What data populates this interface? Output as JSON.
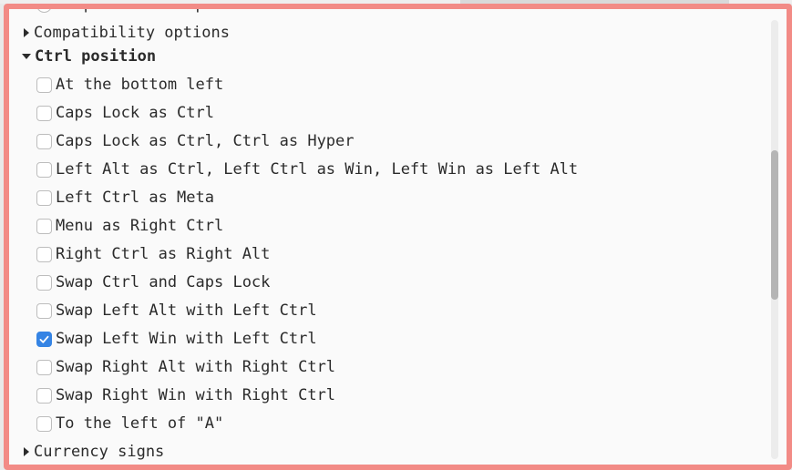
{
  "options_tree": {
    "items": [
      {
        "kind": "radio",
        "label": "Swap Esc and Caps Lock",
        "checked": false
      },
      {
        "kind": "group",
        "label": "Compatibility options",
        "expanded": false
      },
      {
        "kind": "group",
        "label": "Ctrl position",
        "expanded": true
      },
      {
        "kind": "check",
        "label": "At the bottom left",
        "checked": false
      },
      {
        "kind": "check",
        "label": "Caps Lock as Ctrl",
        "checked": false
      },
      {
        "kind": "check",
        "label": "Caps Lock as Ctrl, Ctrl as Hyper",
        "checked": false
      },
      {
        "kind": "check",
        "label": "Left Alt as Ctrl, Left Ctrl as Win, Left Win as Left Alt",
        "checked": false
      },
      {
        "kind": "check",
        "label": "Left Ctrl as Meta",
        "checked": false
      },
      {
        "kind": "check",
        "label": "Menu as Right Ctrl",
        "checked": false
      },
      {
        "kind": "check",
        "label": "Right Ctrl as Right Alt",
        "checked": false
      },
      {
        "kind": "check",
        "label": "Swap Ctrl and Caps Lock",
        "checked": false
      },
      {
        "kind": "check",
        "label": "Swap Left Alt with Left Ctrl",
        "checked": false
      },
      {
        "kind": "check",
        "label": "Swap Left Win with Left Ctrl",
        "checked": true
      },
      {
        "kind": "check",
        "label": "Swap Right Alt with Right Ctrl",
        "checked": false
      },
      {
        "kind": "check",
        "label": "Swap Right Win with Right Ctrl",
        "checked": false
      },
      {
        "kind": "check",
        "label": "To the left of \"A\"",
        "checked": false
      },
      {
        "kind": "group",
        "label": "Currency signs",
        "expanded": false
      }
    ]
  },
  "scrollbar": {
    "scroll_fraction": 0.45
  },
  "colors": {
    "accent": "#3584e4",
    "frame_highlight": "#f28b86"
  }
}
